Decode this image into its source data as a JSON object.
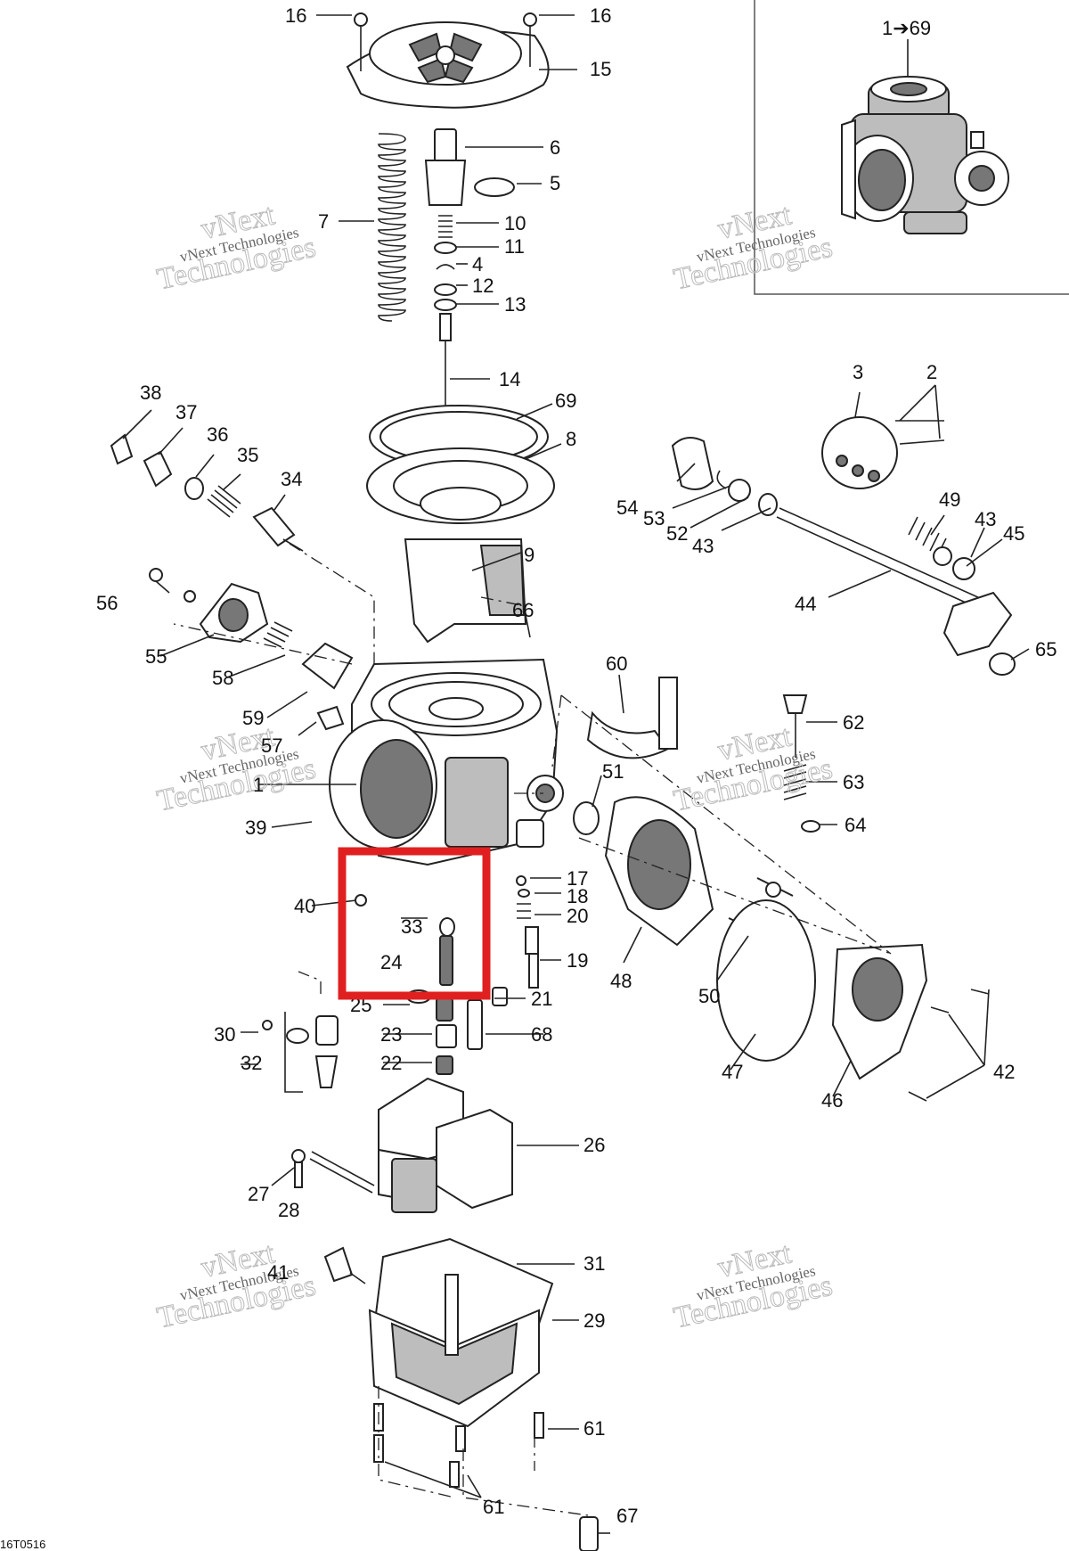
{
  "diagram_code": "16T0516",
  "inset": {
    "label": "1➔69"
  },
  "watermark": {
    "brand": "vNext",
    "line1": "vNext Technologies",
    "line2": "Technologies"
  },
  "callouts": [
    {
      "id": "c16a",
      "text": "16"
    },
    {
      "id": "c16b",
      "text": "16"
    },
    {
      "id": "c15",
      "text": "15"
    },
    {
      "id": "c6",
      "text": "6"
    },
    {
      "id": "c5",
      "text": "5"
    },
    {
      "id": "c7",
      "text": "7"
    },
    {
      "id": "c10",
      "text": "10"
    },
    {
      "id": "c11",
      "text": "11"
    },
    {
      "id": "c4",
      "text": "4"
    },
    {
      "id": "c12",
      "text": "12"
    },
    {
      "id": "c13",
      "text": "13"
    },
    {
      "id": "c14",
      "text": "14"
    },
    {
      "id": "c69",
      "text": "69"
    },
    {
      "id": "c8",
      "text": "8"
    },
    {
      "id": "c38",
      "text": "38"
    },
    {
      "id": "c37",
      "text": "37"
    },
    {
      "id": "c36",
      "text": "36"
    },
    {
      "id": "c35",
      "text": "35"
    },
    {
      "id": "c34",
      "text": "34"
    },
    {
      "id": "c9",
      "text": "9"
    },
    {
      "id": "c3",
      "text": "3"
    },
    {
      "id": "c2",
      "text": "2"
    },
    {
      "id": "c54",
      "text": "54"
    },
    {
      "id": "c53",
      "text": "53"
    },
    {
      "id": "c52",
      "text": "52"
    },
    {
      "id": "c43a",
      "text": "43"
    },
    {
      "id": "c49",
      "text": "49"
    },
    {
      "id": "c43b",
      "text": "43"
    },
    {
      "id": "c45",
      "text": "45"
    },
    {
      "id": "c44",
      "text": "44"
    },
    {
      "id": "c65",
      "text": "65"
    },
    {
      "id": "c56",
      "text": "56"
    },
    {
      "id": "c55",
      "text": "55"
    },
    {
      "id": "c58",
      "text": "58"
    },
    {
      "id": "c66",
      "text": "66"
    },
    {
      "id": "c60",
      "text": "60"
    },
    {
      "id": "c59",
      "text": "59"
    },
    {
      "id": "c57",
      "text": "57"
    },
    {
      "id": "c62",
      "text": "62"
    },
    {
      "id": "c63",
      "text": "63"
    },
    {
      "id": "c1",
      "text": "1"
    },
    {
      "id": "c51",
      "text": "51"
    },
    {
      "id": "c39",
      "text": "39"
    },
    {
      "id": "c64",
      "text": "64"
    },
    {
      "id": "c17",
      "text": "17"
    },
    {
      "id": "c18",
      "text": "18"
    },
    {
      "id": "c40",
      "text": "40"
    },
    {
      "id": "c20",
      "text": "20"
    },
    {
      "id": "c33",
      "text": "33"
    },
    {
      "id": "c24",
      "text": "24"
    },
    {
      "id": "c19",
      "text": "19"
    },
    {
      "id": "c48",
      "text": "48"
    },
    {
      "id": "c50",
      "text": "50"
    },
    {
      "id": "c25",
      "text": "25"
    },
    {
      "id": "c21",
      "text": "21"
    },
    {
      "id": "c30",
      "text": "30"
    },
    {
      "id": "c23",
      "text": "23"
    },
    {
      "id": "c68",
      "text": "68"
    },
    {
      "id": "c32",
      "text": "32"
    },
    {
      "id": "c22",
      "text": "22"
    },
    {
      "id": "c47",
      "text": "47"
    },
    {
      "id": "c46",
      "text": "46"
    },
    {
      "id": "c42",
      "text": "42"
    },
    {
      "id": "c26",
      "text": "26"
    },
    {
      "id": "c27",
      "text": "27"
    },
    {
      "id": "c28",
      "text": "28"
    },
    {
      "id": "c31",
      "text": "31"
    },
    {
      "id": "c41",
      "text": "41"
    },
    {
      "id": "c29",
      "text": "29"
    },
    {
      "id": "c61a",
      "text": "61"
    },
    {
      "id": "c61b",
      "text": "61"
    },
    {
      "id": "c67",
      "text": "67"
    }
  ],
  "colors": {
    "highlight": "#e02020",
    "ink": "#222222",
    "frame": "#555555"
  }
}
